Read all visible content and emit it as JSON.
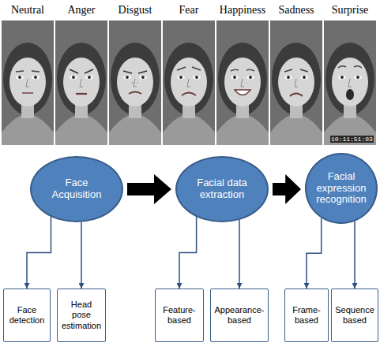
{
  "diagram": {
    "nodes": [
      {
        "text": [
          "Face Acquisition"
        ]
      },
      {
        "text": [
          "Facial data extraction"
        ]
      },
      {
        "text": [
          "Facial expression recognition"
        ]
      },
      {
        "text": [
          "Face detection"
        ]
      },
      {
        "text": [
          "Head pose estimation"
        ]
      },
      {
        "text": [
          "Feature-based"
        ]
      },
      {
        "text": [
          "Appearance-based"
        ]
      },
      {
        "text": [
          "Frame-based"
        ]
      },
      {
        "text": [
          "Sequence based"
        ]
      }
    ],
    "edges": [
      {
        "from": 0,
        "to": 1,
        "arrow": "to"
      },
      {
        "from": 1,
        "to": 2,
        "arrow": "to"
      },
      {
        "from": 0,
        "to": 3,
        "arrow": "to"
      },
      {
        "from": 0,
        "to": 4,
        "arrow": "to"
      },
      {
        "from": 1,
        "to": 5,
        "arrow": "to"
      },
      {
        "from": 1,
        "to": 6,
        "arrow": "to"
      },
      {
        "from": 2,
        "to": 7,
        "arrow": "to"
      },
      {
        "from": 2,
        "to": 8,
        "arrow": "to"
      }
    ],
    "labels": [
      "Neutral",
      "Anger",
      "Disgust",
      "Fear",
      "Happiness",
      "Sadness",
      "Surprise",
      "10:11:51:03"
    ]
  }
}
